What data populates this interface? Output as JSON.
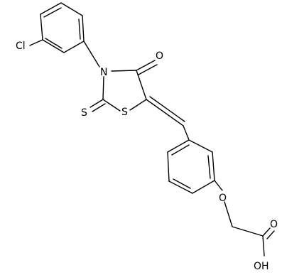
{
  "molecule": {
    "atoms": {
      "cl": "Cl",
      "n": "N",
      "o_carbonyl": "O",
      "s_ring": "S",
      "s_thione": "S",
      "o_ether": "O",
      "o_acid_carbonyl": "O",
      "oh": "OH"
    }
  }
}
